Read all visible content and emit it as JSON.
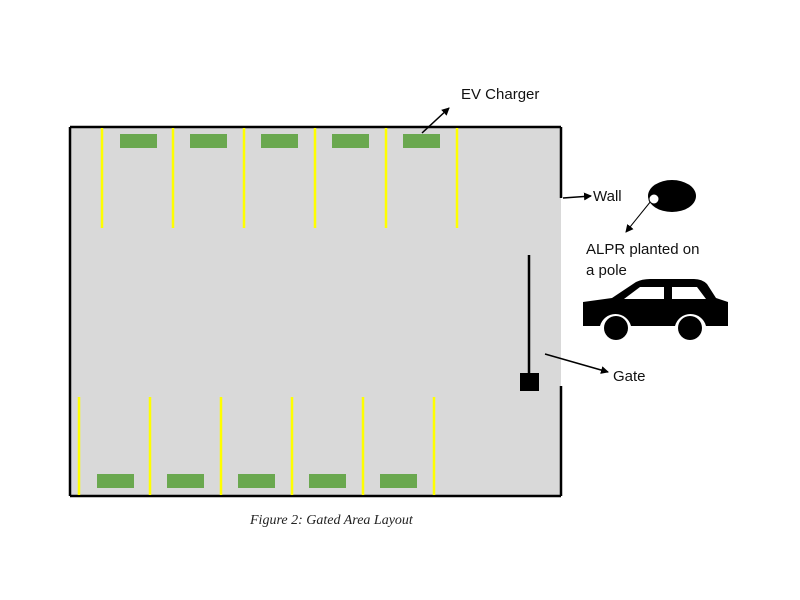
{
  "labels": {
    "ev_charger": "EV Charger",
    "wall": "Wall",
    "alpr_line1": "ALPR planted on",
    "alpr_line2": "a pole",
    "gate": "Gate"
  },
  "caption": "Figure 2: Gated Area Layout",
  "colors": {
    "lot_fill": "#d9d9d9",
    "lot_border": "#000000",
    "line_marking": "#ffff00",
    "charger": "#6aa84f",
    "gate_post": "#000000",
    "car": "#000000",
    "camera": "#000000",
    "camera_lens": "#ffffff"
  },
  "icons": {
    "car": "car-icon",
    "camera": "alpr-camera-icon",
    "gate_post": "gate-post-icon"
  }
}
